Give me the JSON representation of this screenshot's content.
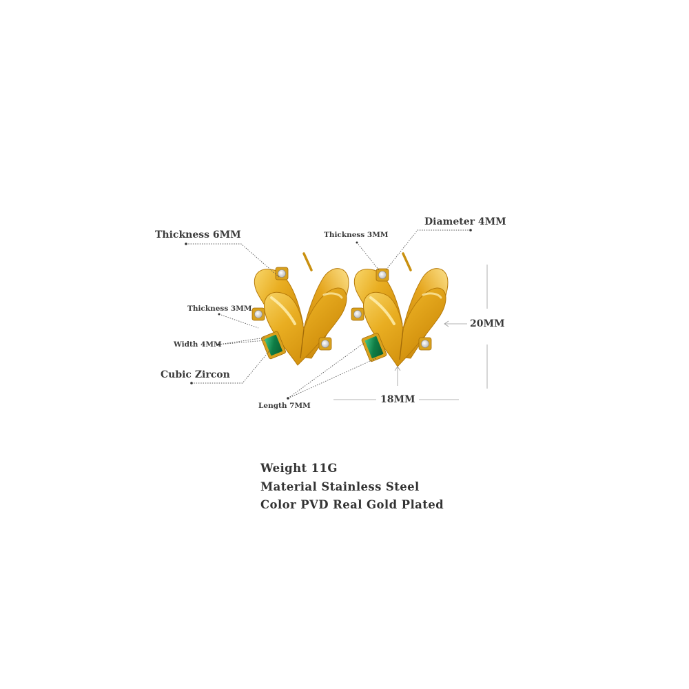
{
  "callouts": {
    "thickness_6": "Thickness 6MM",
    "thickness_3_left": "Thickness 3MM",
    "width_4": "Width 4MM",
    "cubic_zircon": "Cubic Zircon",
    "thickness_3_right": "Thickness 3MM",
    "diameter_4": "Diameter 4MM",
    "length_7": "Length 7MM",
    "width_18": "18MM",
    "height_20": "20MM"
  },
  "specs": {
    "weight": "Weight 11G",
    "material": "Material Stainless Steel",
    "color": "Color PVD Real Gold Plated"
  },
  "colors": {
    "gold": "#e3a51b",
    "gold_light": "#f6d46a",
    "gold_dark": "#b87a0c",
    "emerald": "#138a4e",
    "zircon": "#eeeeee",
    "text": "#3b3b3b"
  }
}
